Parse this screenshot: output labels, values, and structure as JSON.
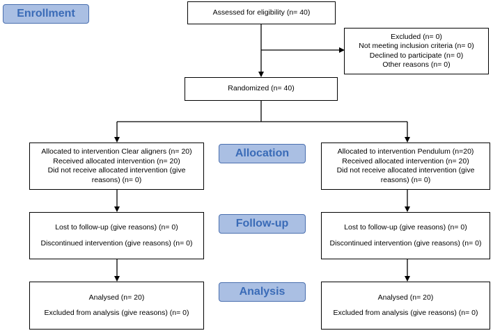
{
  "stages": {
    "enrollment": "Enrollment",
    "allocation": "Allocation",
    "followup": "Follow-up",
    "analysis": "Analysis"
  },
  "assessed": "Assessed for eligibility (n= 40)",
  "excluded": {
    "title": "Excluded (n= 0)",
    "reasons": [
      "Not meeting inclusion criteria (n= 0)",
      "Declined to participate (n= 0)",
      "Other reasons (n= 0)"
    ]
  },
  "randomized": "Randomized (n= 40)",
  "left_arm": {
    "allocated": "Allocated to intervention Clear aligners (n= 20)",
    "received": "Received allocated intervention (n= 20)",
    "not_received": "Did not receive allocated intervention (give reasons) (n= 0)",
    "lost": "Lost to follow-up (give reasons) (n= 0)",
    "discontinued": "Discontinued intervention (give reasons) (n= 0)",
    "analysed": "Analysed (n= 20)",
    "excluded_analysis": "Excluded from analysis (give reasons) (n= 0)"
  },
  "right_arm": {
    "allocated": "Allocated to intervention Pendulum (n=20)",
    "received": "Received allocated intervention (n= 20)",
    "not_received": "Did not receive allocated intervention (give reasons) (n= 0)",
    "lost": "Lost to follow-up (give reasons) (n= 0)",
    "discontinued": "Discontinued intervention (give reasons) (n= 0)",
    "analysed": "Analysed (n= 20)",
    "excluded_analysis": "Excluded from analysis (give reasons) (n= 0)"
  }
}
